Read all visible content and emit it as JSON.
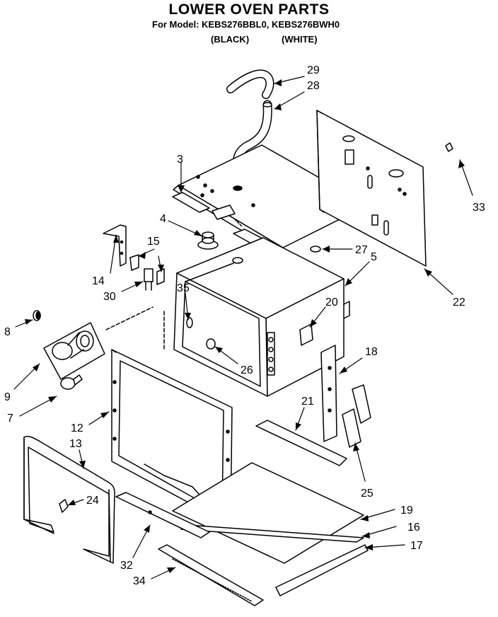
{
  "header": {
    "title": "LOWER OVEN PARTS",
    "subtitle": "For Model: KEBS276BBL0, KEBS276BWH0",
    "variant_black": "(BLACK)",
    "variant_white": "(WHITE)"
  },
  "callouts": [
    "29",
    "28",
    "3",
    "33",
    "4",
    "15",
    "27",
    "5",
    "14",
    "30",
    "35",
    "20",
    "22",
    "8",
    "18",
    "26",
    "9",
    "21",
    "7",
    "12",
    "13",
    "25",
    "24",
    "19",
    "16",
    "17",
    "32",
    "34"
  ]
}
